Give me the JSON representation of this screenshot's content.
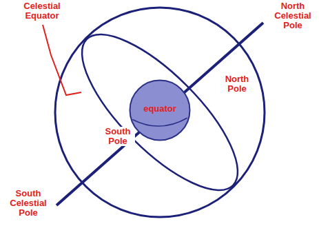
{
  "diagram": {
    "nodes": [
      {
        "text": [
          "equator"
        ]
      }
    ],
    "labels": [
      "Celestial Equator",
      "North Celestial Pole",
      "North Pole",
      "South Pole",
      "South Celestial Pole"
    ]
  }
}
